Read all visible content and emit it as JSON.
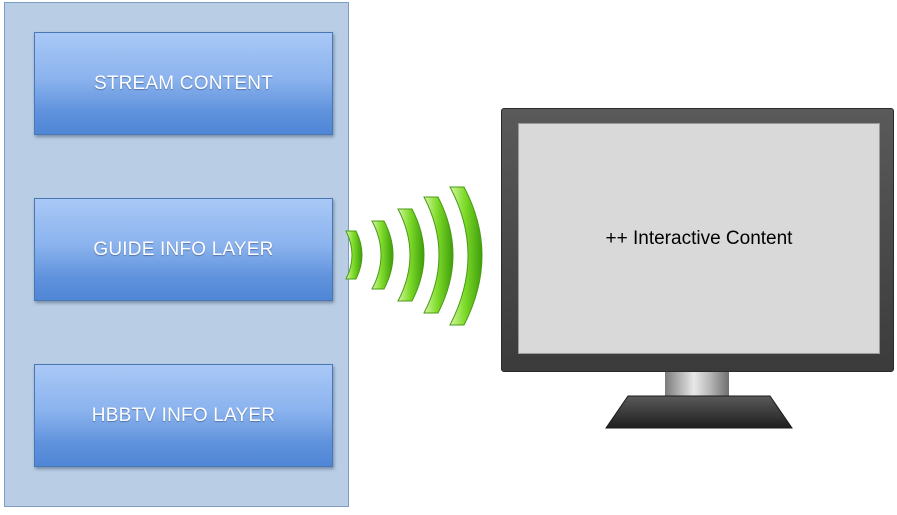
{
  "layers": [
    {
      "label": "STREAM CONTENT"
    },
    {
      "label": "GUIDE INFO LAYER"
    },
    {
      "label": "HBBTV INFO LAYER"
    }
  ],
  "tv": {
    "screen_text": "++ Interactive Content"
  },
  "colors": {
    "panel": "#b9cde5",
    "box_top": "#a9c8f6",
    "box_bottom": "#4f86d6",
    "signal_green": "#6fd21a",
    "tv_frame": "#3b3b3b",
    "tv_screen": "#d9d9d9"
  },
  "icons": {
    "signal": "wifi-signal-icon",
    "tv": "monitor-icon"
  }
}
